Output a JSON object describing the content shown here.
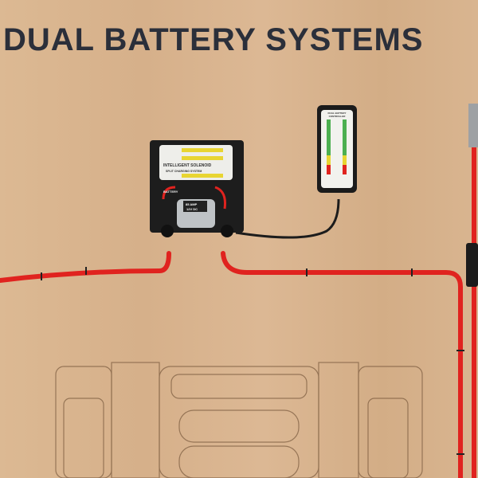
{
  "title": "DUAL BATTERY SYSTEMS",
  "solenoid": {
    "name": "INTELLIGENT SOLENOID",
    "subtitle": "SPLIT CHARGING SYSTEM",
    "battery_label": "BATTERY",
    "rating": "85 AMP",
    "voltage": "12V DC"
  },
  "controller": {
    "name": "DUAL BATTERY CONTROLLER"
  },
  "colors": {
    "cable": "#e0231f",
    "title": "#2b2f3a",
    "wood": "#d9b590"
  }
}
